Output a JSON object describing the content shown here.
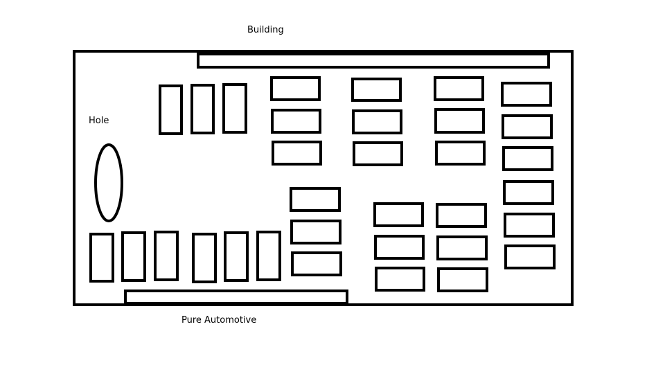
{
  "labels": {
    "building": "Building",
    "hole": "Hole",
    "pure_automotive": "Pure Automotive"
  }
}
